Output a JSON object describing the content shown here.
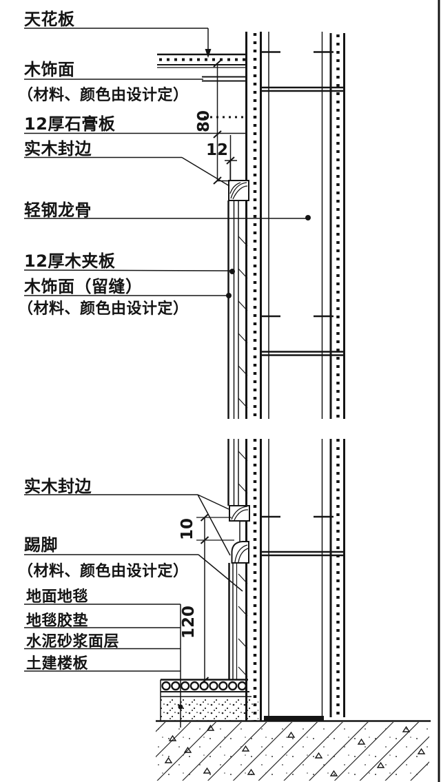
{
  "drawing": {
    "upper": {
      "labels": {
        "ceiling": "天花板",
        "wood_veneer": "木饰面",
        "note1": "（材料、颜色由设计定）",
        "gypsum_board": "12厚石膏板",
        "wood_edge": "实木封边",
        "steel_keel": "轻钢龙骨",
        "plywood": "12厚木夹板",
        "veneer_gap": "木饰面（留缝）",
        "note2": "（材料、颜色由设计定）"
      },
      "dims": {
        "d80": "80",
        "d12": "12"
      }
    },
    "lower": {
      "labels": {
        "wood_edge": "实木封边",
        "skirting": "踢脚",
        "note": "（材料、颜色由设计定）",
        "carpet": "地面地毯",
        "carpet_pad": "地毯胶垫",
        "cement_screed": "水泥砂浆面层",
        "structural_slab": "土建楼板"
      },
      "dims": {
        "d10": "10",
        "d120": "120"
      }
    }
  }
}
